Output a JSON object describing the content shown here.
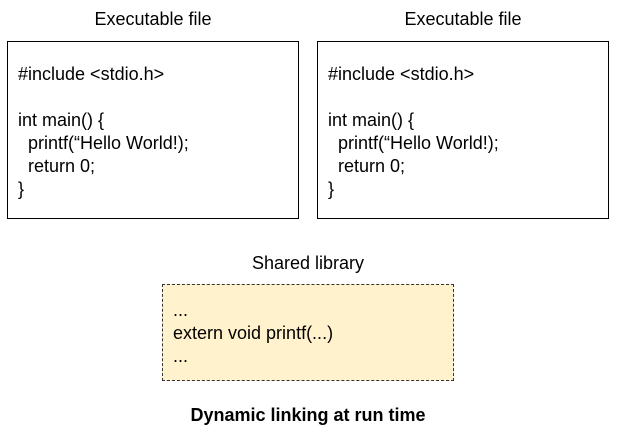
{
  "executables": [
    {
      "title": "Executable file",
      "code_lines": [
        "#include <stdio.h>",
        "",
        "int main() {",
        "  printf(“Hello World!);",
        "  return 0;",
        "}"
      ]
    },
    {
      "title": "Executable file",
      "code_lines": [
        "#include <stdio.h>",
        "",
        "int main() {",
        "  printf(“Hello World!);",
        "  return 0;",
        "}"
      ]
    }
  ],
  "shared_library": {
    "title": "Shared library",
    "fill_color": "#fff2cc",
    "code_lines": [
      "...",
      "extern void printf(...)",
      "..."
    ]
  },
  "caption": "Dynamic linking at run time"
}
